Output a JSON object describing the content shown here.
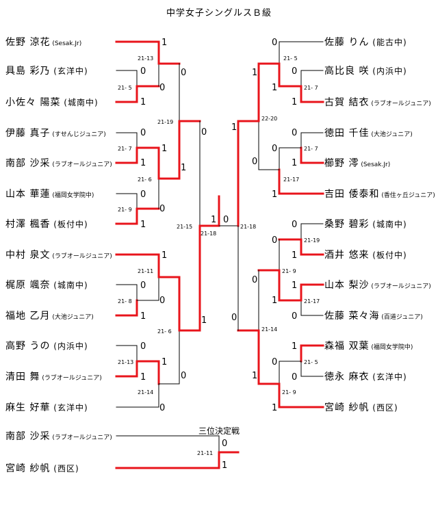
{
  "title": "中学女子シングルスＢ級",
  "third_place_title": "三位決定戦",
  "colors": {
    "win": "#e8141b",
    "lose": "#000000"
  },
  "left_players": [
    {
      "name": "佐野 涼花",
      "club": "(Sesak.Jr)"
    },
    {
      "name": "具島 彩乃",
      "club": "(玄洋中)"
    },
    {
      "name": "小佐々 陽菜",
      "club": "(城南中)"
    },
    {
      "name": "伊藤 真子",
      "club": "(すせんじジュニア)"
    },
    {
      "name": "南部 沙采",
      "club": "(ラブオールジュニア)"
    },
    {
      "name": "山本 華蓮",
      "club": "(福岡女学院中)"
    },
    {
      "name": "村澤 楓香",
      "club": "(板付中)"
    },
    {
      "name": "中村 泉文",
      "club": "(ラブオールジュニア)"
    },
    {
      "name": "梶原 颯奈",
      "club": "(城南中)"
    },
    {
      "name": "福地 乙月",
      "club": "(大池ジュニア)"
    },
    {
      "name": "高野 うの",
      "club": "(内浜中)"
    },
    {
      "name": "清田 舞",
      "club": "(ラブオールジュニア)"
    },
    {
      "name": "麻生 好華",
      "club": "(玄洋中)"
    }
  ],
  "right_players": [
    {
      "name": "佐藤 りん",
      "club": "(能古中)"
    },
    {
      "name": "高比良 咲",
      "club": "(内浜中)"
    },
    {
      "name": "古賀 結衣",
      "club": "(ラブオールジュニア)"
    },
    {
      "name": "徳田 千佳",
      "club": "(大池ジュニア)"
    },
    {
      "name": "櫛野 澪",
      "club": "(Sesak.Jr)"
    },
    {
      "name": "吉田 倭泰和",
      "club": "(香住ヶ丘ジュニア)"
    },
    {
      "name": "桑野 碧彩",
      "club": "(城南中)"
    },
    {
      "name": "酒井 悠来",
      "club": "(板付中)"
    },
    {
      "name": "山本 梨沙",
      "club": "(ラブオールジュニア)"
    },
    {
      "name": "佐藤 菜々海",
      "club": "(百道ジュニア)"
    },
    {
      "name": "森福 双葉",
      "club": "(福岡女学院中)"
    },
    {
      "name": "徳永 麻衣",
      "club": "(玄洋中)"
    },
    {
      "name": "宮崎 紗帆",
      "club": "(西区)"
    }
  ],
  "third_place_players": [
    {
      "name": "南部 沙采",
      "club": "(ラブオールジュニア)"
    },
    {
      "name": "宮崎 紗帆",
      "club": "(西区)"
    }
  ],
  "match_scores": {
    "l1": "21-13",
    "l2": "21- 5",
    "l3": "21-19",
    "l4": "21- 7",
    "l5": "21- 6",
    "l6": "21- 9",
    "l7": "21-15",
    "l8": "21-11",
    "l9": "21- 8",
    "l10": "21- 6",
    "l11": "21-13",
    "l12": "21-14",
    "r1": "21- 5",
    "r2": "21- 7",
    "r3": "22-20",
    "r4": "21- 7",
    "r5": "21-17",
    "r6": "21-19",
    "r7": "21- 9",
    "r8": "21-17",
    "r9": "21-14",
    "r10": "21- 5",
    "r11": "21- 9",
    "r12": "21-18",
    "final": "21-18",
    "third": "21-11"
  }
}
